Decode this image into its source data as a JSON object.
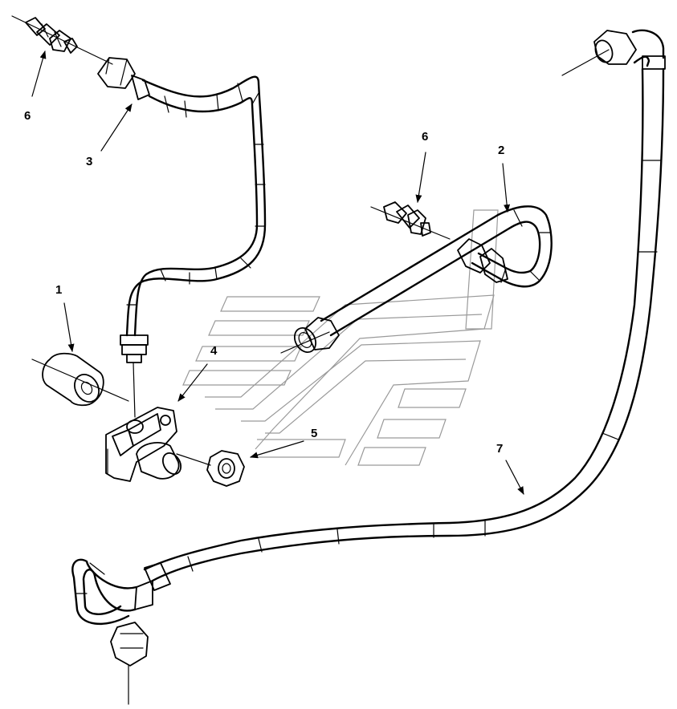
{
  "diagram": {
    "callouts": {
      "c1": "1",
      "c2": "2",
      "c3": "3",
      "c4": "4",
      "c5": "5",
      "c6a": "6",
      "c6b": "6",
      "c7": "7"
    },
    "colors": {
      "line": "#000000",
      "watermark": "#9a9a9a",
      "background": "#ffffff"
    }
  }
}
